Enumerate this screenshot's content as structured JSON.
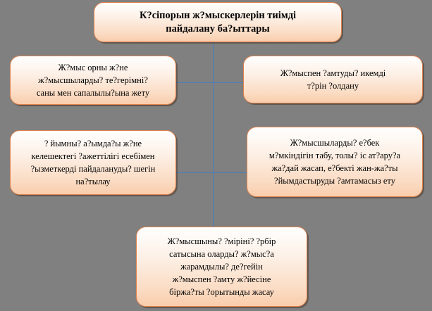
{
  "diagram": {
    "background_color": "#808080",
    "node_border_color": "#E0814B",
    "connector_color": "#4A7EBB",
    "title": {
      "text": "К?сіпорын ж?мыскерлерін тиімді\nпайдалану ба?ыттары"
    },
    "nodes": [
      {
        "id": "left-1",
        "text": "Ж?мыс орны ж?не\nж?мысшыларды? те?герімні?\nсаны мен    сапалылы?ына жету"
      },
      {
        "id": "right-1",
        "text": "Ж?мыспен ?амтуды? икемді\nт?рін ?олдану"
      },
      {
        "id": "left-2",
        "text": "? йымны? а?ымда?ы ж?не\nкелешектегі ?ажеттілігі есебімен\n?ызметкерді пайдалануды? шегін\nна?тылау"
      },
      {
        "id": "right-2",
        "text": "Ж?мысшыларды? е?бек\nм?мкіндігін табу, толы? іс ат?ару?а\nжа?дай жасап, е?бекті жан-жа?ты\n?йымдастыруды ?амтамасыз ету"
      },
      {
        "id": "bottom",
        "text": "Ж?мысшыны? ?міріні? ?рбір\nсатысына оларды? ж?мыс?а\nжарамдылы? де?гейін\nж?мыспен ?амту ж?йесіне\nбіржа?ты ?орытынды жасау"
      }
    ]
  }
}
